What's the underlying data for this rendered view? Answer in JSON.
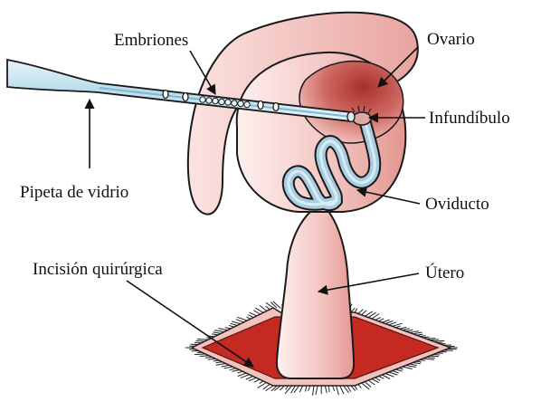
{
  "diagram": {
    "labels": {
      "embriones": "Embriones",
      "ovario": "Ovario",
      "infundibulo": "Infundíbulo",
      "pipeta": "Pipeta de vidrio",
      "oviducto": "Oviducto",
      "incision": "Incisión quirúrgica",
      "utero": "Útero"
    },
    "colors": {
      "tissue_light": "#fbe6e4",
      "tissue_mid": "#eda9a4",
      "tissue_dark": "#c2453d",
      "ovary_dark": "#a8302b",
      "incision_red": "#c42a22",
      "incision_rim": "#f4c2bd",
      "glass_blue": "#bfe0ee",
      "oviduct_blue": "#a9cde0",
      "outline": "#1a1a1a"
    }
  }
}
